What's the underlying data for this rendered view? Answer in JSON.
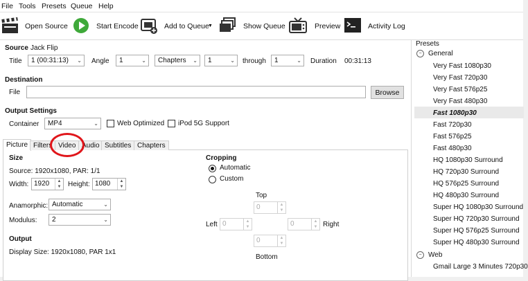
{
  "menu": [
    "File",
    "Tools",
    "Presets",
    "Queue",
    "Help"
  ],
  "toolbar": {
    "open_source": "Open Source",
    "start_encode": "Start Encode",
    "add_to_queue": "Add to Queue",
    "show_queue": "Show Queue",
    "preview": "Preview",
    "activity_log": "Activity Log",
    "icons": [
      "clapperboard-icon",
      "play-icon",
      "add-queue-icon",
      "queue-icon",
      "tv-icon",
      "terminal-icon"
    ]
  },
  "source": {
    "label": "Source",
    "name": "Jack Flip",
    "title_label": "Title",
    "title_value": "1 (00:31:13)",
    "angle_label": "Angle",
    "angle_value": "1",
    "range_mode": "Chapters",
    "start": "1",
    "through_label": "through",
    "end": "1",
    "duration_label": "Duration",
    "duration_value": "00:31:13"
  },
  "destination": {
    "label": "Destination",
    "file_label": "File",
    "file_value": "",
    "browse": "Browse"
  },
  "output_settings": {
    "label": "Output Settings",
    "container_label": "Container",
    "container_value": "MP4",
    "web_optimized": "Web Optimized",
    "ipod": "iPod 5G Support"
  },
  "tabs": [
    "Picture",
    "Filters",
    "Video",
    "Audio",
    "Subtitles",
    "Chapters"
  ],
  "picture": {
    "size_label": "Size",
    "source_info": "Source:  1920x1080, PAR: 1/1",
    "width_label": "Width:",
    "width_value": "1920",
    "height_label": "Height:",
    "height_value": "1080",
    "anamorphic_label": "Anamorphic:",
    "anamorphic_value": "Automatic",
    "modulus_label": "Modulus:",
    "modulus_value": "2",
    "output_label": "Output",
    "display_size": "Display Size: 1920x1080,  PAR 1x1"
  },
  "cropping": {
    "label": "Cropping",
    "automatic": "Automatic",
    "custom": "Custom",
    "top_label": "Top",
    "top_value": "0",
    "left_label": "Left",
    "left_value": "0",
    "right_label": "Right",
    "right_value": "0",
    "bottom_label": "Bottom",
    "bottom_value": "0",
    "selected": "Automatic"
  },
  "presets": {
    "header": "Presets",
    "groups": [
      {
        "name": "General",
        "expander": "−",
        "items": [
          "Very Fast 1080p30",
          "Very Fast 720p30",
          "Very Fast 576p25",
          "Very Fast 480p30",
          "Fast 1080p30",
          "Fast 720p30",
          "Fast 576p25",
          "Fast 480p30",
          "HQ 1080p30 Surround",
          "HQ 720p30 Surround",
          "HQ 576p25 Surround",
          "HQ 480p30 Surround",
          "Super HQ 1080p30 Surround",
          "Super HQ 720p30 Surround",
          "Super HQ 576p25 Surround",
          "Super HQ 480p30 Surround"
        ]
      },
      {
        "name": "Web",
        "expander": "−",
        "items": [
          "Gmail Large 3 Minutes 720p30"
        ]
      }
    ],
    "selected": "Fast 1080p30"
  },
  "colors": {
    "highlight_ring": "#e0161b",
    "selection": "#e9e9e9"
  }
}
